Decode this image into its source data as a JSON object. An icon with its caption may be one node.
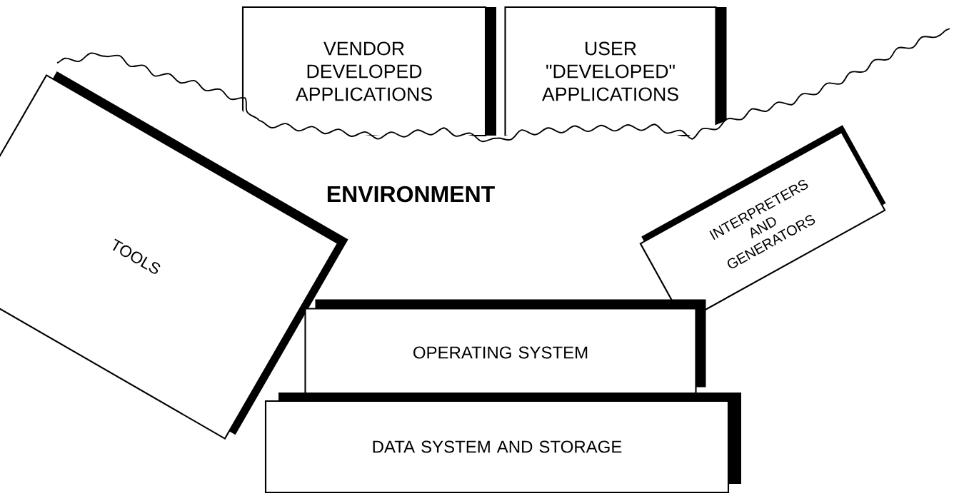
{
  "diagram": {
    "nodes": [
      {
        "text": [
          "VENDOR DEVELOPED APPLICATIONS"
        ]
      },
      {
        "text": [
          "USER \"DEVELOPED\" APPLICATIONS"
        ]
      },
      {
        "text": [
          "TOOLS"
        ]
      },
      {
        "text": [
          "INTERPRETERS AND GENERATORS"
        ]
      },
      {
        "text": [
          "OPERATING SYSTEM"
        ]
      },
      {
        "text": [
          "DATA SYSTEM AND STORAGE"
        ]
      }
    ],
    "labels": [
      "ENVIRONMENT"
    ]
  }
}
